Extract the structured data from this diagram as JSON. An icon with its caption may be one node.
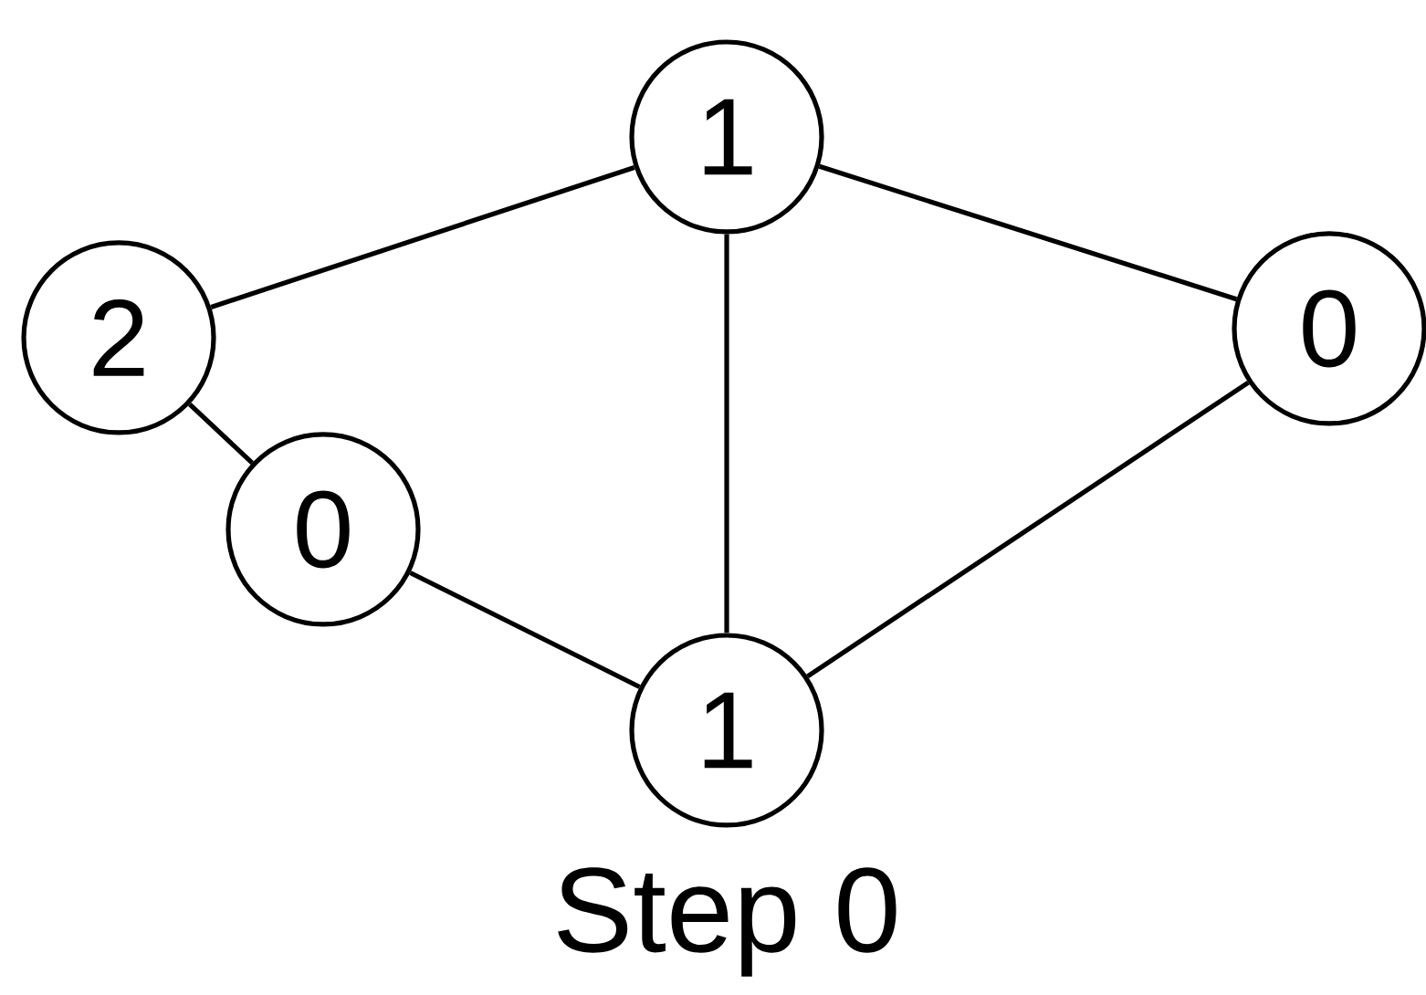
{
  "diagram": {
    "caption": "Step 0",
    "nodes": [
      {
        "text": [
          "1"
        ]
      },
      {
        "text": [
          "2"
        ]
      },
      {
        "text": [
          "0"
        ]
      },
      {
        "text": [
          "0"
        ]
      },
      {
        "text": [
          "1"
        ]
      }
    ],
    "edges": [
      {
        "from": 1,
        "to": 0,
        "arrow": "none"
      },
      {
        "from": 0,
        "to": 2,
        "arrow": "none"
      },
      {
        "from": 0,
        "to": 4,
        "arrow": "none"
      },
      {
        "from": 1,
        "to": 3,
        "arrow": "none"
      },
      {
        "from": 3,
        "to": 4,
        "arrow": "none"
      },
      {
        "from": 4,
        "to": 2,
        "arrow": "none"
      }
    ]
  }
}
